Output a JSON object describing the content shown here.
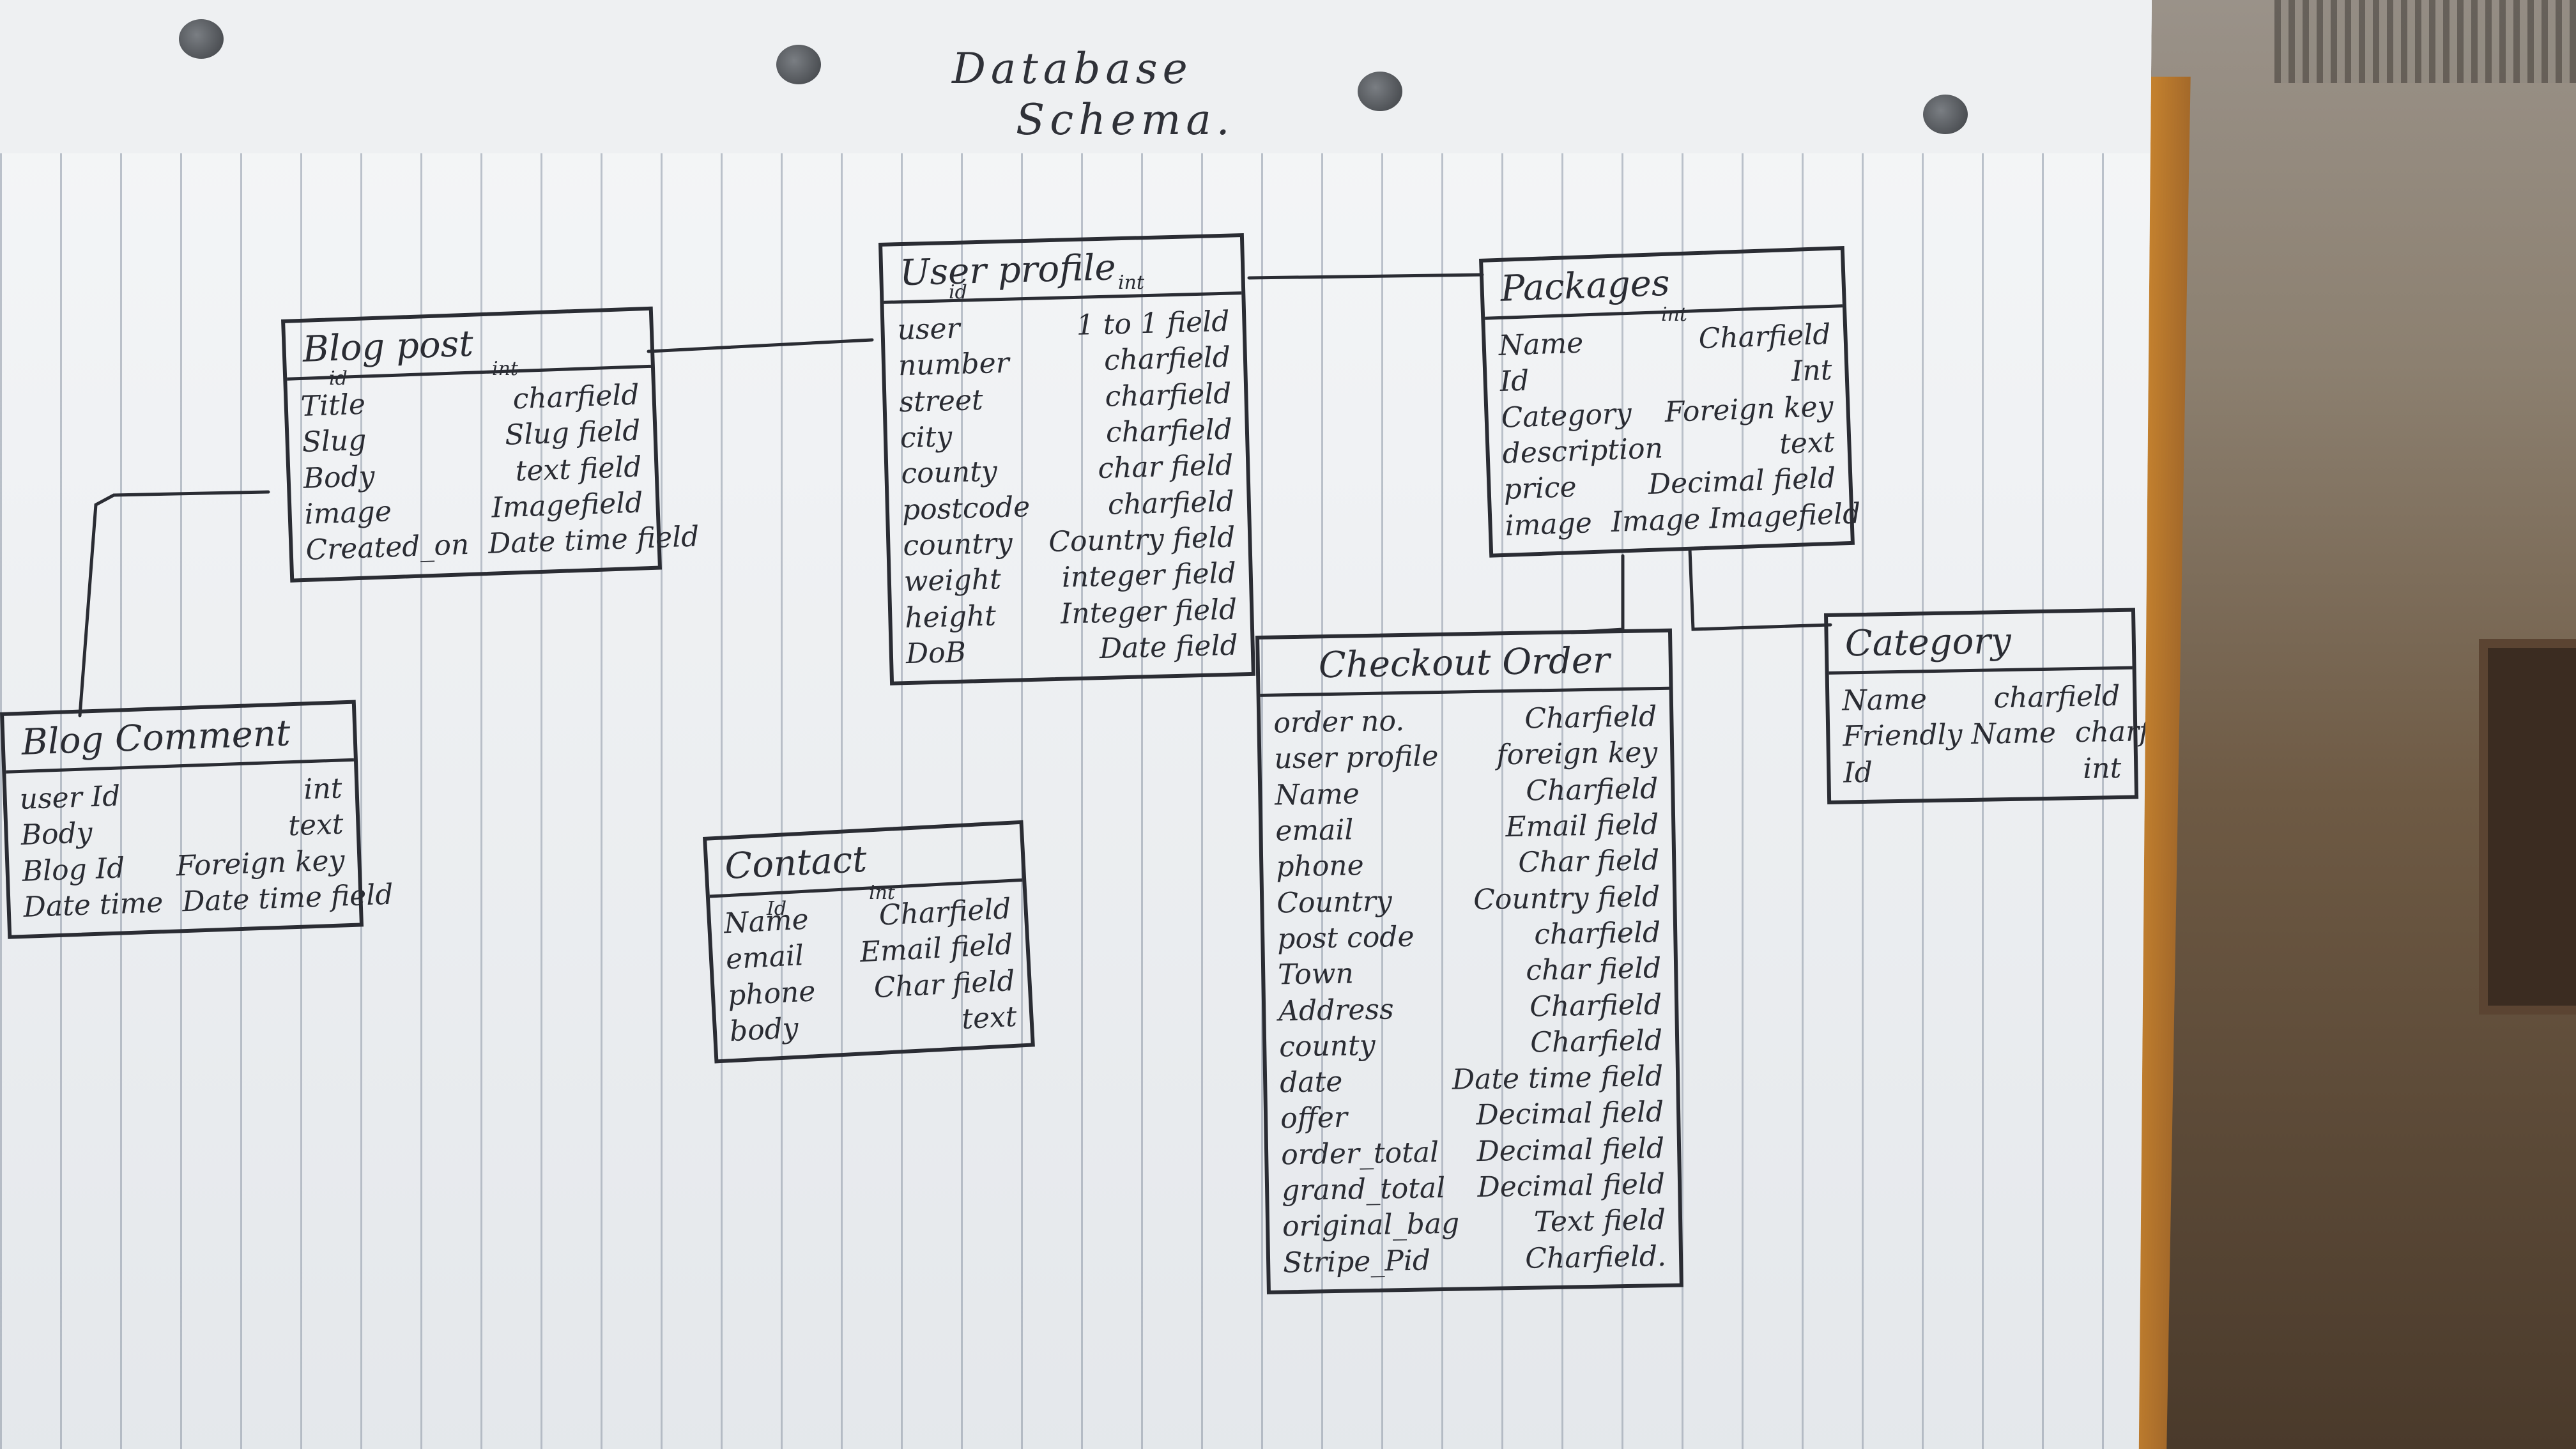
{
  "title_line1": "Database",
  "title_line2": "Schema.",
  "entities": {
    "blog_post": {
      "name": "Blog post",
      "fields": [
        [
          "Title",
          "charfield"
        ],
        [
          "Slug",
          "Slug field"
        ],
        [
          "Body",
          "text field"
        ],
        [
          "image",
          "Imagefield"
        ],
        [
          "Created_on",
          "Date time field"
        ]
      ],
      "extra": {
        "id_note": "id",
        "int_note": "int"
      }
    },
    "user_profile": {
      "name": "User profile",
      "fields": [
        [
          "user",
          "1 to 1 field"
        ],
        [
          "number",
          "charfield"
        ],
        [
          "street",
          "charfield"
        ],
        [
          "city",
          "charfield"
        ],
        [
          "county",
          "char field"
        ],
        [
          "postcode",
          "charfield"
        ],
        [
          "country",
          "Country field"
        ],
        [
          "weight",
          "integer field"
        ],
        [
          "height",
          "Integer field"
        ],
        [
          "DoB",
          "Date field"
        ]
      ],
      "extra": {
        "id_note": "id",
        "int_note": "int"
      }
    },
    "packages": {
      "name": "Packages",
      "fields": [
        [
          "Name",
          "Charfield"
        ],
        [
          "Id",
          "Int"
        ],
        [
          "Category",
          "Foreign key"
        ],
        [
          "description",
          "text"
        ],
        [
          "price",
          "Decimal field"
        ],
        [
          "image",
          "Image Imagefield"
        ]
      ],
      "extra": {
        "int_note": "int"
      }
    },
    "category": {
      "name": "Category",
      "fields": [
        [
          "Name",
          "charfield"
        ],
        [
          "Friendly Name",
          "charfield"
        ],
        [
          "Id",
          "int"
        ]
      ]
    },
    "blog_comment": {
      "name": "Blog Comment",
      "fields": [
        [
          "user Id",
          "int"
        ],
        [
          "Body",
          "text"
        ],
        [
          "Blog Id",
          "Foreign key"
        ],
        [
          "Date time",
          "Date time field"
        ]
      ]
    },
    "contact": {
      "name": "Contact",
      "fields": [
        [
          "Name",
          "Charfield"
        ],
        [
          "email",
          "Email field"
        ],
        [
          "phone",
          "Char field"
        ],
        [
          "body",
          "text"
        ]
      ],
      "extra": {
        "id_note": "Id",
        "int_note": "int"
      }
    },
    "checkout_order": {
      "name": "Checkout Order",
      "fields": [
        [
          "order no.",
          "Charfield"
        ],
        [
          "user profile",
          "foreign key"
        ],
        [
          "Name",
          "Charfield"
        ],
        [
          "email",
          "Email field"
        ],
        [
          "phone",
          "Char field"
        ],
        [
          "Country",
          "Country field"
        ],
        [
          "post code",
          "charfield"
        ],
        [
          "Town",
          "char field"
        ],
        [
          "Address",
          "Charfield"
        ],
        [
          "county",
          "Charfield"
        ],
        [
          "date",
          "Date time field"
        ],
        [
          "offer",
          "Decimal field"
        ],
        [
          "order_total",
          "Decimal field"
        ],
        [
          "grand_total",
          "Decimal field"
        ],
        [
          "original_bag",
          "Text field"
        ],
        [
          "Stripe_Pid",
          "Charfield."
        ]
      ]
    }
  },
  "colors": {
    "ink": "#2a2c33",
    "paper": "#e9ecef",
    "rule": "#8c96a5"
  }
}
